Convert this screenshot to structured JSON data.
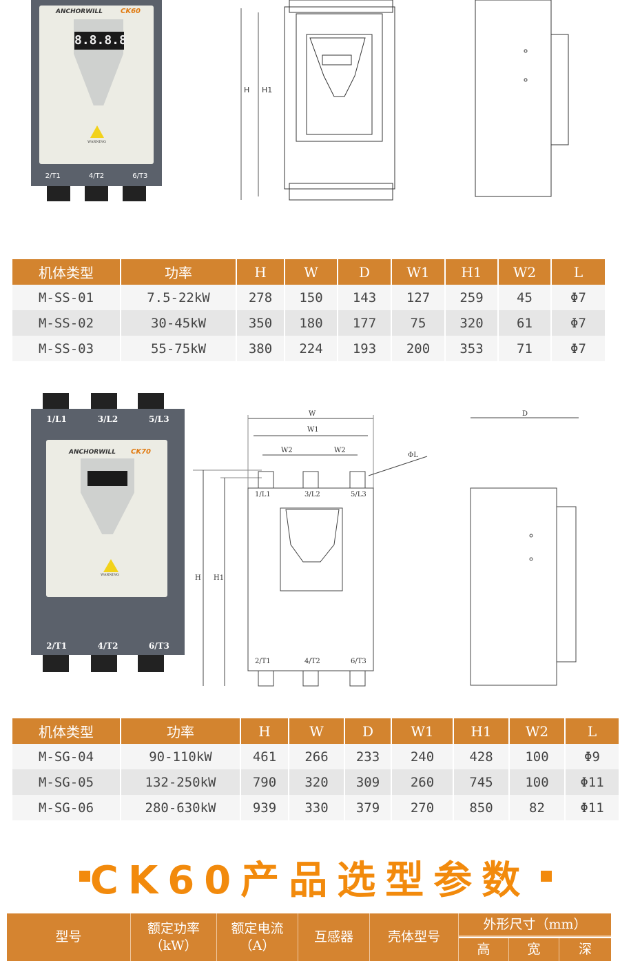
{
  "product_top": {
    "brand": "ANCHORWILL",
    "model": "CK60",
    "display": "8.8.8.8",
    "warning": "WARNING",
    "terminals": [
      "2/T1",
      "4/T2",
      "6/T3"
    ]
  },
  "drawing_top": {
    "labels": [
      "H",
      "H1"
    ]
  },
  "table1": {
    "headers": [
      "机体类型",
      "功率",
      "H",
      "W",
      "D",
      "W1",
      "H1",
      "W2",
      "L"
    ],
    "rows": [
      [
        "M-SS-01",
        "7.5-22kW",
        "278",
        "150",
        "143",
        "127",
        "259",
        "45",
        "Φ7"
      ],
      [
        "M-SS-02",
        "30-45kW",
        "350",
        "180",
        "177",
        "75",
        "320",
        "61",
        "Φ7"
      ],
      [
        "M-SS-03",
        "55-75kW",
        "380",
        "224",
        "193",
        "200",
        "353",
        "71",
        "Φ7"
      ]
    ]
  },
  "product_mid": {
    "brand": "ANCHORWILL",
    "model": "CK70",
    "warning": "WARNING",
    "terminals_top": [
      "1/L1",
      "3/L2",
      "5/L3"
    ],
    "terminals_bottom": [
      "2/T1",
      "4/T2",
      "6/T3"
    ]
  },
  "drawing_mid": {
    "labels": {
      "w": "W",
      "w1": "W1",
      "w2a": "W2",
      "w2b": "W2",
      "l": "ΦL",
      "h": "H",
      "h1": "H1",
      "d": "D"
    },
    "top_terms": [
      "1/L1",
      "3/L2",
      "5/L3"
    ],
    "bottom_terms": [
      "2/T1",
      "4/T2",
      "6/T3"
    ]
  },
  "table2": {
    "headers": [
      "机体类型",
      "功率",
      "H",
      "W",
      "D",
      "W1",
      "H1",
      "W2",
      "L"
    ],
    "rows": [
      [
        "M-SG-04",
        "90-110kW",
        "461",
        "266",
        "233",
        "240",
        "428",
        "100",
        "Φ9"
      ],
      [
        "M-SG-05",
        "132-250kW",
        "790",
        "320",
        "309",
        "260",
        "745",
        "100",
        "Φ11"
      ],
      [
        "M-SG-06",
        "280-630kW",
        "939",
        "330",
        "379",
        "270",
        "850",
        "82",
        "Φ11"
      ]
    ]
  },
  "section_title": "CK60产品选型参数",
  "table3": {
    "headers": [
      "型号",
      "额定功率\n（kW）",
      "额定电流\n（A）",
      "互感器",
      "壳体型号",
      "外形尺寸（mm）"
    ],
    "sub_headers": [
      "高",
      "宽",
      "深"
    ]
  },
  "colors": {
    "accent": "#f28a0c",
    "table_header": "#d3842f"
  }
}
